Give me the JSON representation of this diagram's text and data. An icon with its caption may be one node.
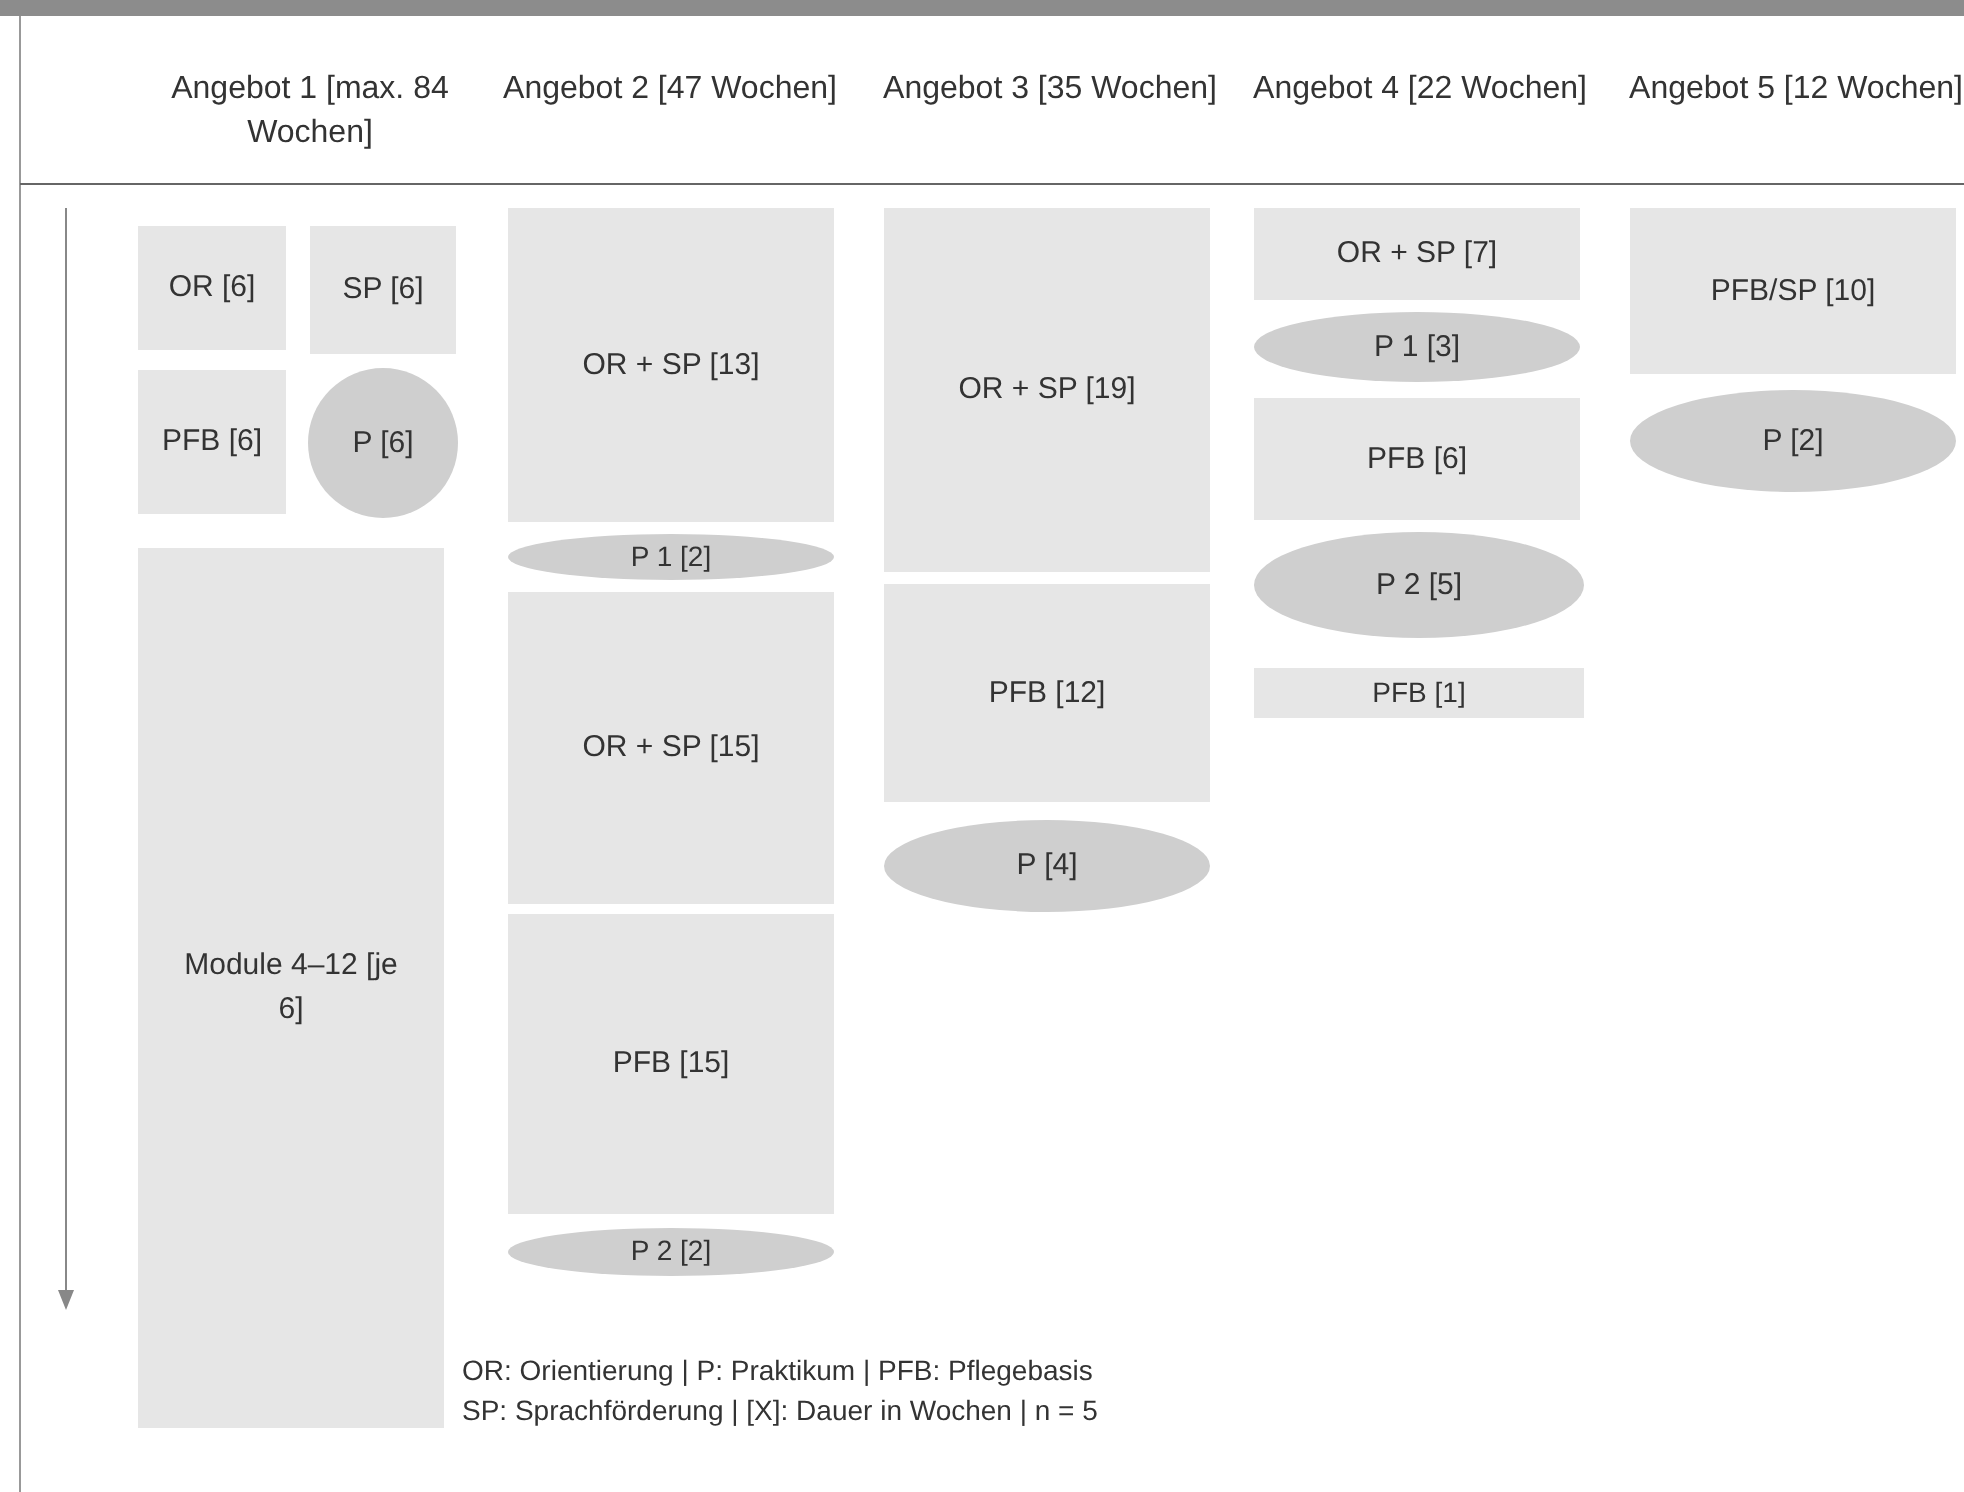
{
  "diagram": {
    "nodes": [
      {
        "text": [
          "OR [6]"
        ]
      },
      {
        "text": [
          "SP [6]"
        ]
      },
      {
        "text": [
          "PFB [6]"
        ]
      },
      {
        "text": [
          "P [6]"
        ]
      },
      {
        "text": [
          "Module 4–12 [je 6]"
        ]
      },
      {
        "text": [
          "OR + SP [13]"
        ]
      },
      {
        "text": [
          "P 1 [2]"
        ]
      },
      {
        "text": [
          "OR + SP [15]"
        ]
      },
      {
        "text": [
          "PFB [15]"
        ]
      },
      {
        "text": [
          "P 2 [2]"
        ]
      },
      {
        "text": [
          "OR + SP [19]"
        ]
      },
      {
        "text": [
          "PFB [12]"
        ]
      },
      {
        "text": [
          "P [4]"
        ]
      },
      {
        "text": [
          "OR + SP [7]"
        ]
      },
      {
        "text": [
          "P 1 [3]"
        ]
      },
      {
        "text": [
          "PFB [6]"
        ]
      },
      {
        "text": [
          "P 2 [5]"
        ]
      },
      {
        "text": [
          "PFB [1]"
        ]
      },
      {
        "text": [
          "PFB/SP [10]"
        ]
      },
      {
        "text": [
          "P [2]"
        ]
      }
    ],
    "labels": [
      "Angebot 1 [max. 84 Wochen]",
      "Angebot 2 [47 Wochen]",
      "Angebot 3 [35 Wochen]",
      "Angebot 4 [22 Wochen]",
      "Angebot 5 [12 Wochen]",
      "OR: Orientierung | P: Praktikum | PFB: Pflegebasis",
      "SP: Sprachförderung | [X]: Dauer in Wochen | n = 5"
    ]
  }
}
